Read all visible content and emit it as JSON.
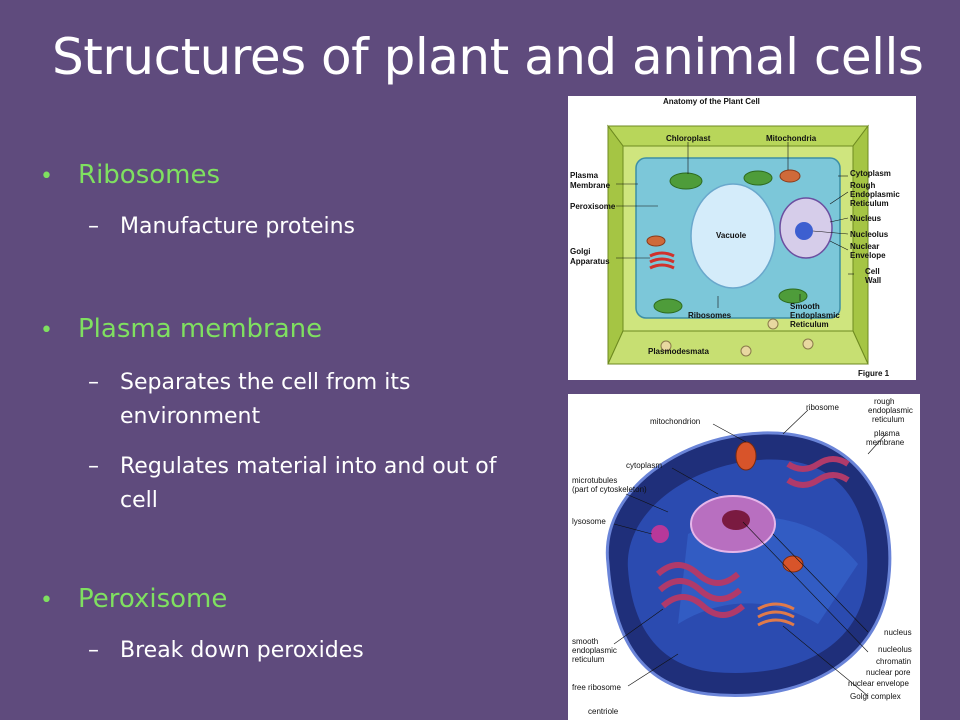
{
  "slide": {
    "title": "Structures of plant and animal cells",
    "bullets": [
      {
        "heading": "Ribosomes",
        "subs": [
          "Manufacture proteins"
        ]
      },
      {
        "heading": "Plasma membrane",
        "subs": [
          "Separates the cell from its environment",
          "Regulates material into and out of cell"
        ]
      },
      {
        "heading": "Peroxisome",
        "subs": [
          "Break down peroxides"
        ]
      }
    ],
    "bullet_glyph": "•",
    "dash_glyph": "–"
  },
  "plant_figure": {
    "title": "Anatomy of the Plant Cell",
    "caption": "Figure 1",
    "labels": {
      "chloroplast": "Chloroplast",
      "mitochondria": "Mitochondria",
      "plasma1": "Plasma",
      "plasma2": "Membrane",
      "peroxisome": "Peroxisome",
      "golgi1": "Golgi",
      "golgi2": "Apparatus",
      "vacuole": "Vacuole",
      "ribosomes": "Ribosomes",
      "plasmodesmata": "Plasmodesmata",
      "cytoplasm": "Cytoplasm",
      "rough1": "Rough",
      "rough2": "Endoplasmic",
      "rough3": "Reticulum",
      "nucleus": "Nucleus",
      "nucleolus": "Nucleolus",
      "envelope1": "Nuclear",
      "envelope2": "Envelope",
      "wall1": "Cell",
      "wall2": "Wall",
      "smooth1": "Smooth",
      "smooth2": "Endoplasmic",
      "smooth3": "Reticulum"
    }
  },
  "animal_figure": {
    "labels": {
      "ribosome": "ribosome",
      "rough1": "rough",
      "rough2": "endoplasmic",
      "rough3": "reticulum",
      "plasma1": "plasma",
      "plasma2": "membrane",
      "mitochondrion": "mitochondrion",
      "cytoplasm": "cytoplasm",
      "micro1": "microtubules",
      "micro2": "(part of cytoskeleton)",
      "lysosome": "lysosome",
      "smooth1": "smooth",
      "smooth2": "endoplasmic",
      "smooth3": "reticulum",
      "free_ribosome": "free ribosome",
      "centriole": "centriole",
      "nucleus": "nucleus",
      "nucleolus": "nucleolus",
      "chromatin": "chromatin",
      "nuclear_pore": "nuclear pore",
      "nuclear_envelope": "nuclear envelope",
      "golgi": "Golgi complex"
    }
  },
  "colors": {
    "background": "#5f4b7d",
    "title": "#ffffff",
    "bullet": "#7fe060",
    "sub": "#ffffff"
  }
}
